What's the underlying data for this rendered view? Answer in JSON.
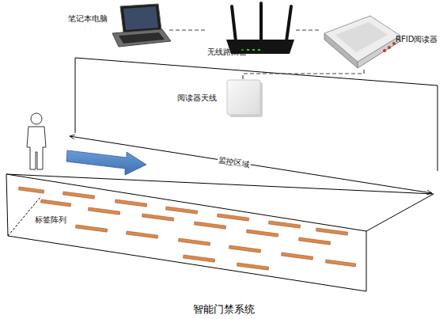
{
  "diagram": {
    "caption": "智能门禁系统",
    "nodes": [
      {
        "text": [
          "笔记本电脑"
        ]
      },
      {
        "text": [
          "无线路由器"
        ]
      },
      {
        "text": [
          "RFID阅读器"
        ]
      },
      {
        "text": [
          "阅读器天线"
        ]
      }
    ],
    "edges": [
      {
        "from": 0,
        "to": 1,
        "arrow": "none"
      },
      {
        "from": 1,
        "to": 2,
        "arrow": "none"
      },
      {
        "from": 2,
        "to": 3,
        "arrow": "none"
      }
    ],
    "labels": [
      "监控区域",
      "标签阵列"
    ]
  }
}
